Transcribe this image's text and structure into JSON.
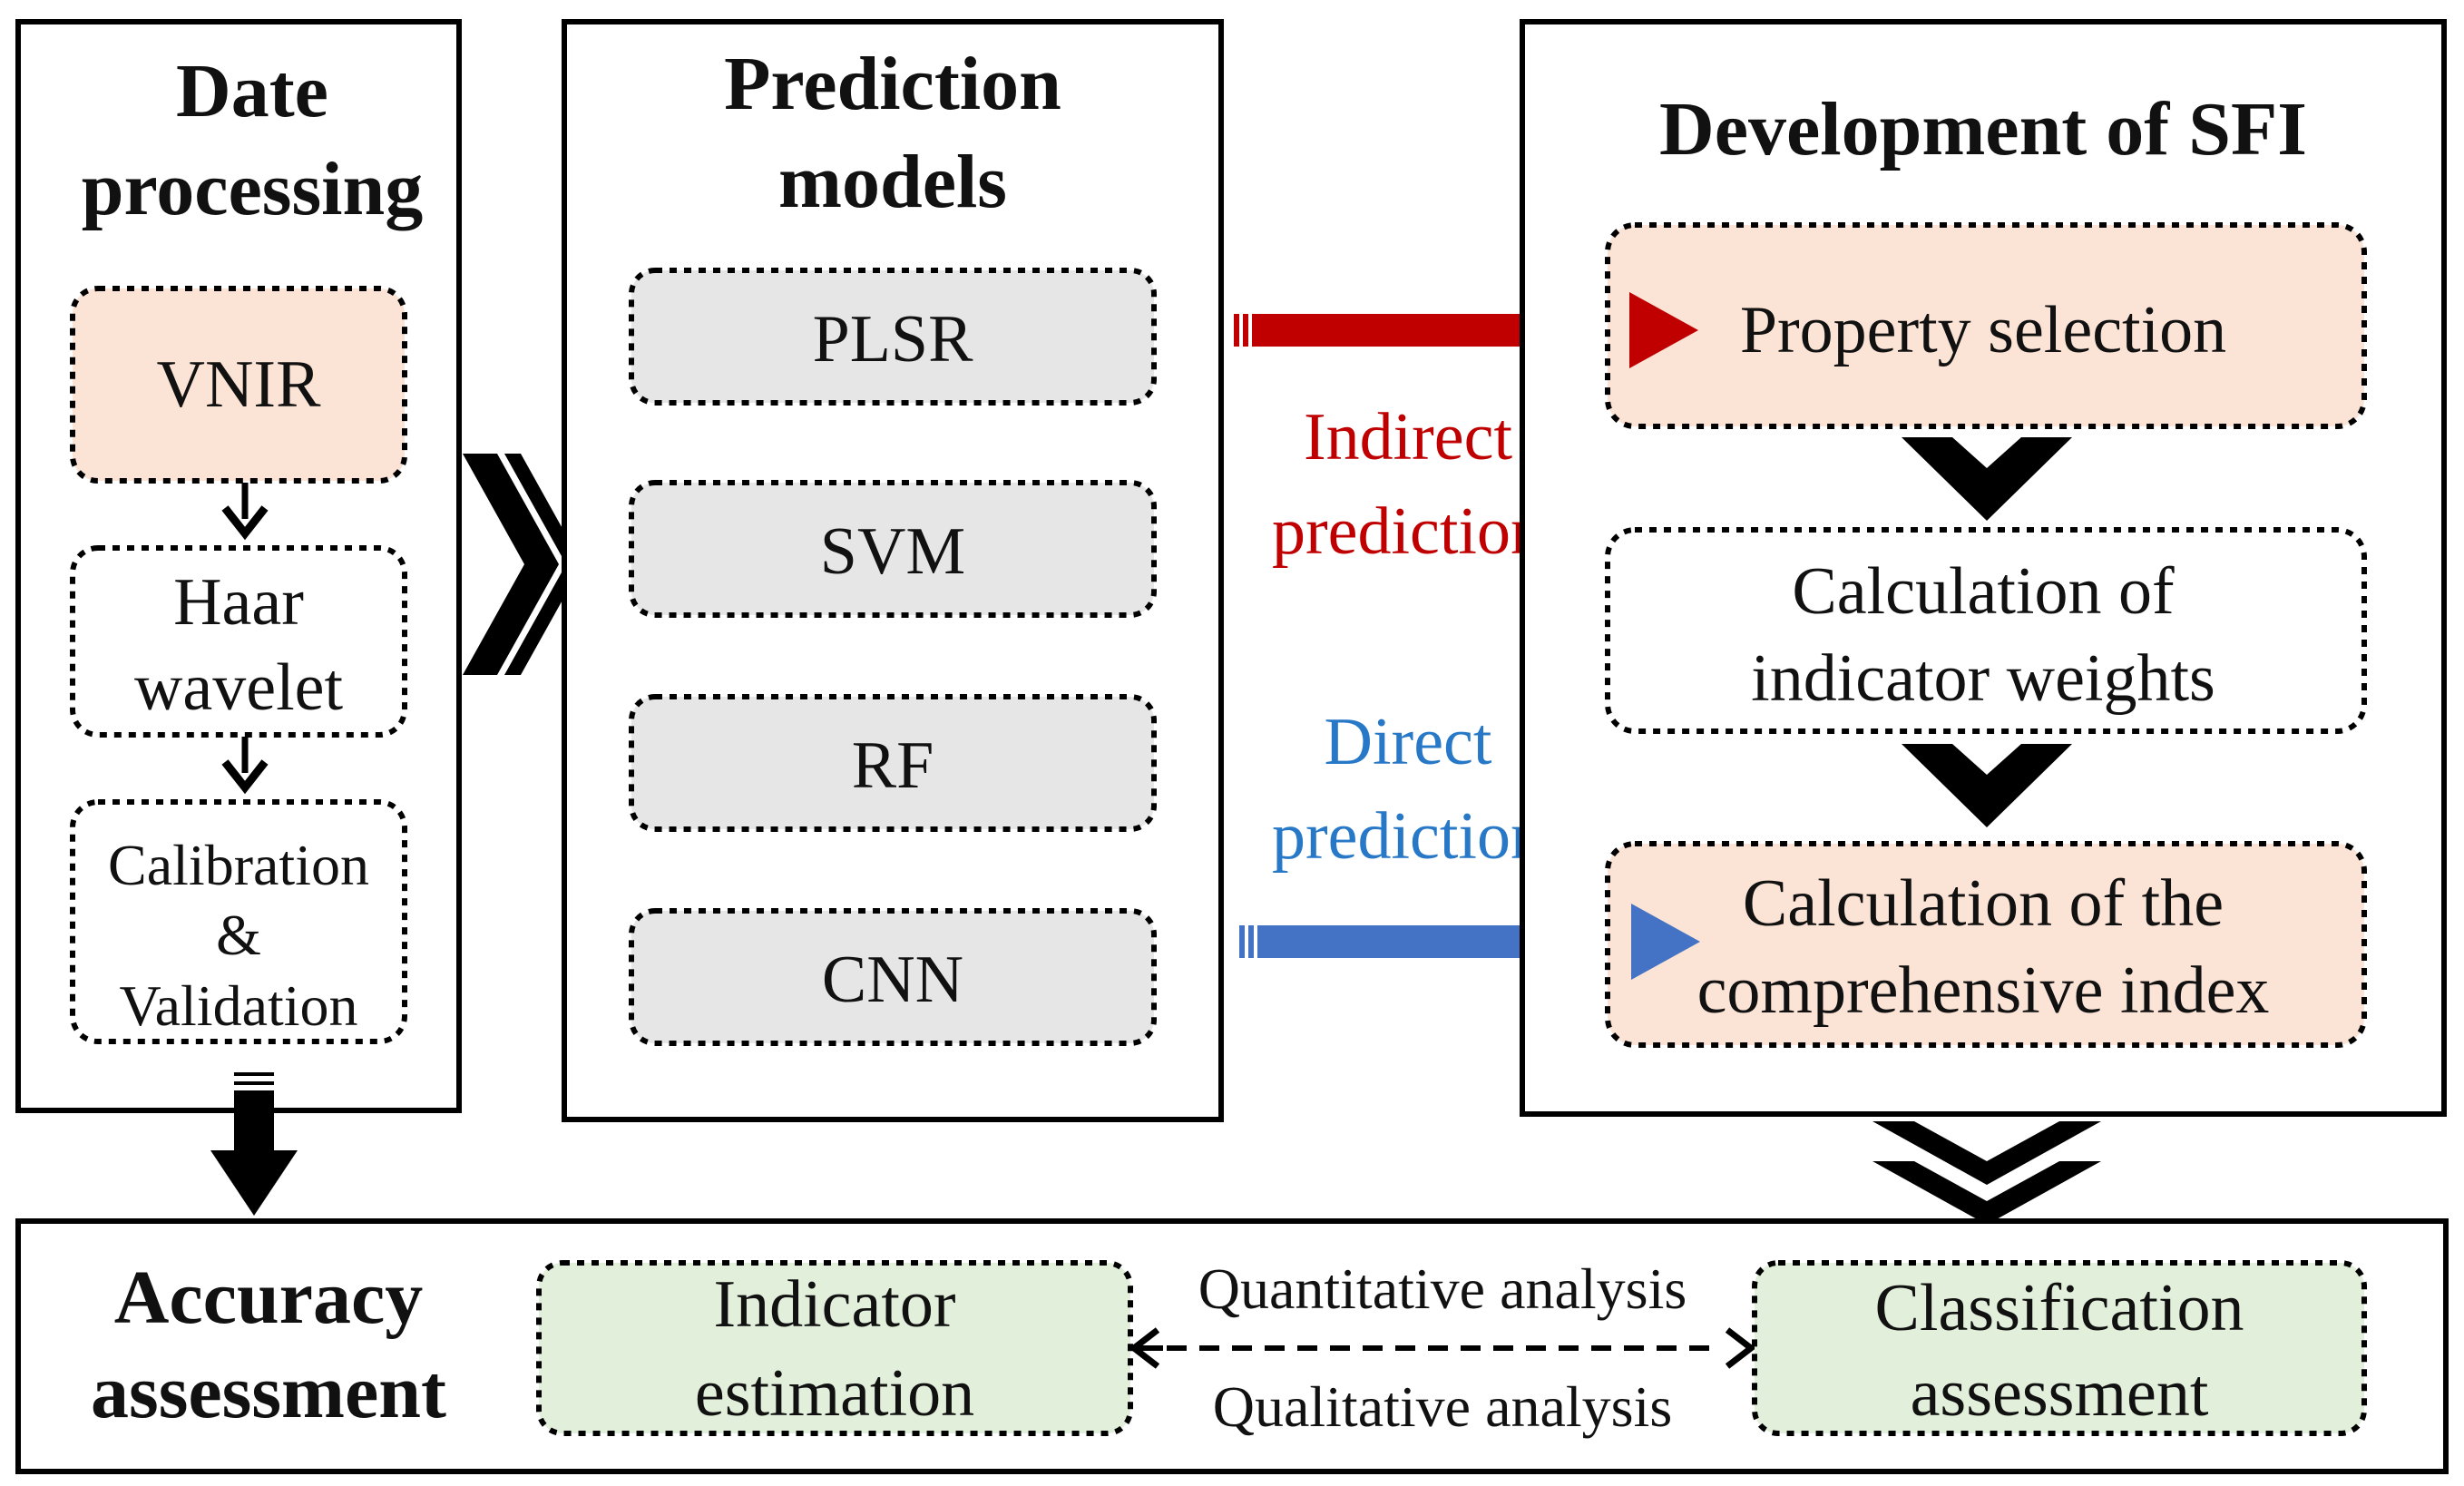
{
  "panels": {
    "data_processing": {
      "title_line1": "Date",
      "title_line2": "processing",
      "steps": {
        "vnir": "VNIR",
        "haar_line1": "Haar",
        "haar_line2": "wavelet",
        "calib_line1": "Calibration",
        "calib_line2": "&",
        "calib_line3": "Validation"
      }
    },
    "prediction_models": {
      "title_line1": "Prediction",
      "title_line2": "models",
      "models": [
        "PLSR",
        "SVM",
        "RF",
        "CNN"
      ]
    },
    "development_sfi": {
      "title": "Development of SFI",
      "steps": {
        "property_selection": "Property selection",
        "weights_line1": "Calculation of",
        "weights_line2": "indicator weights",
        "index_line1": "Calculation of the",
        "index_line2": "comprehensive index"
      }
    },
    "accuracy_assessment": {
      "title_line1": "Accuracy",
      "title_line2": "assessment",
      "indicator_line1": "Indicator",
      "indicator_line2": "estimation",
      "classification_line1": "Classification",
      "classification_line2": "assessment",
      "quantitative": "Quantitative analysis",
      "qualitative": "Qualitative analysis"
    }
  },
  "arrows": {
    "indirect_line1": "Indirect",
    "indirect_line2": "prediction",
    "direct_line1": "Direct",
    "direct_line2": "prediction"
  },
  "colors": {
    "peach_fill": "#fbe3d5",
    "gray_fill": "#e6e6e6",
    "green_fill": "#e2efda",
    "red_arrow": "#c00000",
    "blue_arrow": "#4472c4",
    "blue_text": "#2878c8"
  }
}
